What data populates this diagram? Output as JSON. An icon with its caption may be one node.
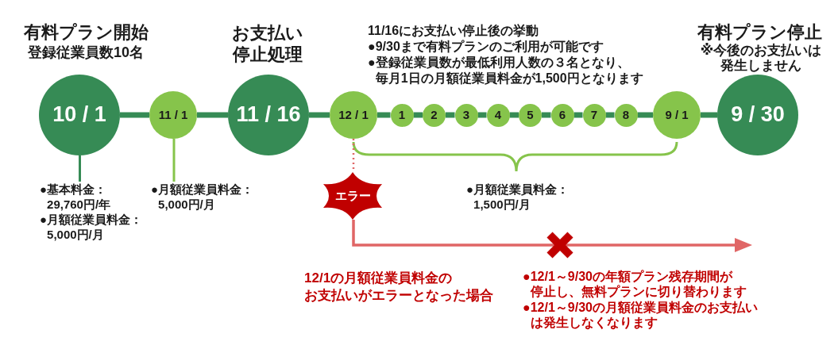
{
  "diagram": {
    "nodes": [
      {
        "text": [
          "10 / 1"
        ],
        "beside": [
          "有料プラン開始",
          "登録従業員数10名"
        ]
      },
      {
        "text": [
          "11 / 1"
        ]
      },
      {
        "text": [
          "11 / 16"
        ],
        "beside": [
          "お支払い停止処理"
        ]
      },
      {
        "text": [
          "12 / 1"
        ]
      },
      {
        "text": [
          "1"
        ]
      },
      {
        "text": [
          "2"
        ]
      },
      {
        "text": [
          "3"
        ]
      },
      {
        "text": [
          "4"
        ]
      },
      {
        "text": [
          "5"
        ]
      },
      {
        "text": [
          "6"
        ]
      },
      {
        "text": [
          "7"
        ]
      },
      {
        "text": [
          "8"
        ]
      },
      {
        "text": [
          "9 / 1"
        ]
      },
      {
        "text": [
          "9 / 30"
        ],
        "beside": [
          "有料プラン停止",
          "※今後のお支払いは発生しません"
        ]
      },
      {
        "text": [
          "●基本料金：29,760円/年",
          "●月額従業員料金：5,000円/月"
        ]
      },
      {
        "text": [
          "●月額従業員料金：5,000円/月"
        ]
      },
      {
        "text": [
          "エラー"
        ]
      }
    ],
    "edges": [
      {
        "from": 0,
        "to": 1,
        "arrow": "none"
      },
      {
        "from": 1,
        "to": 2,
        "arrow": "none"
      },
      {
        "from": 2,
        "to": 3,
        "arrow": "none"
      },
      {
        "from": 3,
        "to": 4,
        "arrow": "none"
      },
      {
        "from": 4,
        "to": 5,
        "arrow": "none"
      },
      {
        "from": 5,
        "to": 6,
        "arrow": "none"
      },
      {
        "from": 6,
        "to": 7,
        "arrow": "none"
      },
      {
        "from": 7,
        "to": 8,
        "arrow": "none"
      },
      {
        "from": 8,
        "to": 9,
        "arrow": "none"
      },
      {
        "from": 9,
        "to": 10,
        "arrow": "none"
      },
      {
        "from": 10,
        "to": 11,
        "arrow": "none"
      },
      {
        "from": 11,
        "to": 12,
        "arrow": "none"
      },
      {
        "from": 12,
        "to": 13,
        "arrow": "none"
      },
      {
        "from": 14,
        "to": 0,
        "arrow": "none"
      },
      {
        "from": 15,
        "to": 1,
        "arrow": "none",
        "color": "#86c44b"
      },
      {
        "from": 3,
        "to": 16,
        "arrow": "none",
        "style": "dashed",
        "color": "#e06666"
      },
      {
        "from": 16,
        "to": null,
        "arrow": "to",
        "color": "#e06666"
      }
    ],
    "labels": [
      "11/16にお支払い停止後の挙動",
      "●9/30まで有料プランのご利用が可能です",
      "●登録従業員数が最低利用人数の３名となり、毎月1日の月額従業員料金が1,500円となります",
      "●月額従業員料金：1,500円/月",
      "12/1の月額従業員料金のお支払いがエラーとなった場合",
      "●12/1～9/30の年額プラン残存期間が停止し、無料プランに切り替わります",
      "●12/1～9/30の月額従業員料金のお支払いは発生しなくなります"
    ]
  }
}
